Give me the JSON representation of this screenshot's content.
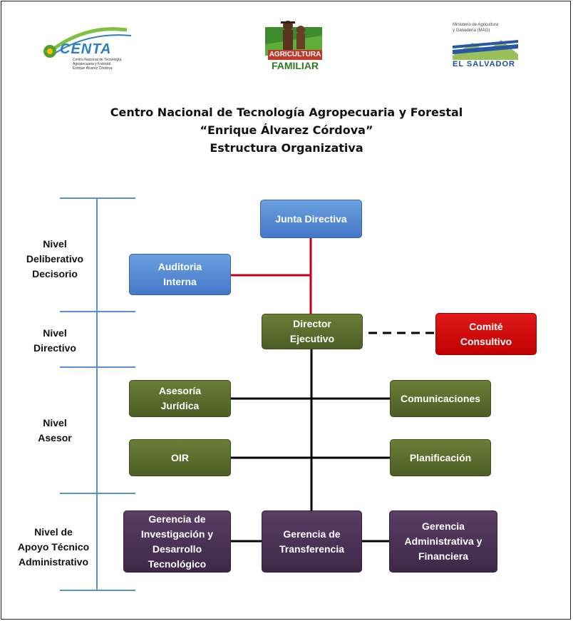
{
  "logos": {
    "centa_name": "CENTA",
    "centa_caption": [
      "Centro Nacional de Tecnología",
      "Agropecuaria y Forestal",
      "Enrique Álvarez Córdova"
    ],
    "agricultura_lines": [
      "AGRICULTURA",
      "FAMILIAR"
    ],
    "mag_caption": [
      "Ministerio de Agricultura",
      "y Ganadería (MAG)"
    ],
    "mag_country": "EL SALVADOR"
  },
  "header": {
    "line1": "Centro Nacional de Tecnología Agropecuaria y Forestal",
    "line2": "“Enrique Álvarez Córdova”",
    "line3": "Estructura Organizativa"
  },
  "levels": [
    {
      "lines": [
        "Nivel",
        "Deliberativo",
        "Decisorio"
      ]
    },
    {
      "lines": [
        "Nivel",
        "Directivo"
      ]
    },
    {
      "lines": [
        "Nivel",
        "Asesor"
      ]
    },
    {
      "lines": [
        "Nivel de",
        "Apoyo Técnico",
        "Administrativo"
      ]
    }
  ],
  "nodes": {
    "junta": [
      "Junta Directiva"
    ],
    "auditoria": [
      "Auditoria",
      "Interna"
    ],
    "director": [
      "Director",
      "Ejecutivo"
    ],
    "comite": [
      "Comité",
      "Consultivo"
    ],
    "asesoria": [
      "Asesoría",
      "Jurídica"
    ],
    "comunicaciones": [
      "Comunicaciones"
    ],
    "oir": [
      "OIR"
    ],
    "planificacion": [
      "Planificación"
    ],
    "gerencia_inv": [
      "Gerencia de",
      "Investigación y",
      "Desarrollo",
      "Tecnológico"
    ],
    "gerencia_trans": [
      "Gerencia de",
      "Transferencia"
    ],
    "gerencia_adm": [
      "Gerencia",
      "Administrativa y",
      "Financiera"
    ]
  },
  "colors": {
    "blue": "#4f86d0",
    "green": "#556b2f",
    "red": "#c00000",
    "purple": "#47304f",
    "connector_red": "#c0001a",
    "level_rule": "#5b8fd0"
  }
}
